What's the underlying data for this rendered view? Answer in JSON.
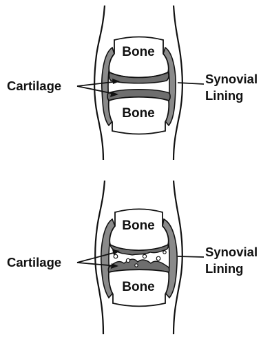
{
  "diagrams": [
    {
      "id": "healthy-joint",
      "labels": {
        "bone_top": "Bone",
        "bone_bottom": "Bone",
        "cartilage": "Cartilage",
        "synovial_line1": "Synovial",
        "synovial_line2": "Lining"
      }
    },
    {
      "id": "damaged-joint",
      "labels": {
        "bone_top": "Bone",
        "bone_bottom": "Bone",
        "cartilage": "Cartilage",
        "synovial_line1": "Synovial",
        "synovial_line2": "Lining"
      }
    }
  ],
  "colors": {
    "outline": "#111111",
    "synovial_fill": "#8a8a8a",
    "cartilage_fill": "#6e6e6e",
    "background": "#ffffff"
  }
}
